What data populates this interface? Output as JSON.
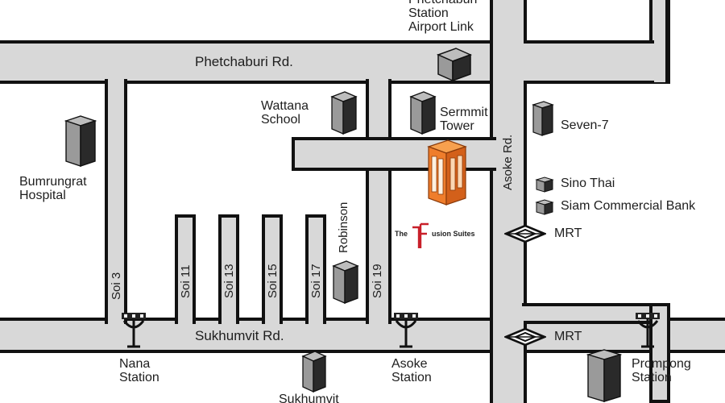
{
  "roads": {
    "phetchaburi": "Phetchaburi Rd.",
    "sukhumvit": "Sukhumvit Rd.",
    "asoke": "Asoke Rd.",
    "robinson": "Robinson",
    "soi3": "Soi 3",
    "soi11": "Soi 11",
    "soi13": "Soi 13",
    "soi15": "Soi 15",
    "soi17": "Soi 17",
    "soi19": "Soi 19"
  },
  "places": {
    "airport_link": [
      "Phetchaburi",
      "Station",
      "Airport Link"
    ],
    "wattana": [
      "Wattana",
      "School"
    ],
    "sermmit": [
      "Sermmit",
      "Tower"
    ],
    "seven7": "Seven-7",
    "sino_thai": "Sino Thai",
    "scb": "Siam Commercial Bank",
    "mrt_upper": "MRT",
    "mrt_lower": "MRT",
    "bumrungrat": [
      "Bumrungrat",
      "Hospital"
    ],
    "hotel_the": "The",
    "hotel_rest": "usion Suites",
    "nana": [
      "Nana",
      "Station"
    ],
    "asoke_st": [
      "Asoke",
      "Station"
    ],
    "prompong": [
      "Prompong",
      "Station"
    ],
    "sukhumvit_bottom": "Sukhumvit"
  },
  "colors": {
    "road_fill": "#d8d8d8",
    "hotel_orange": "#ef7d2b",
    "hotel_logo_red": "#c8202a"
  },
  "icons": [
    "building-icon",
    "hotel-tower-icon",
    "bts-station-icon",
    "mrt-station-icon",
    "hotel-logo-icon"
  ]
}
